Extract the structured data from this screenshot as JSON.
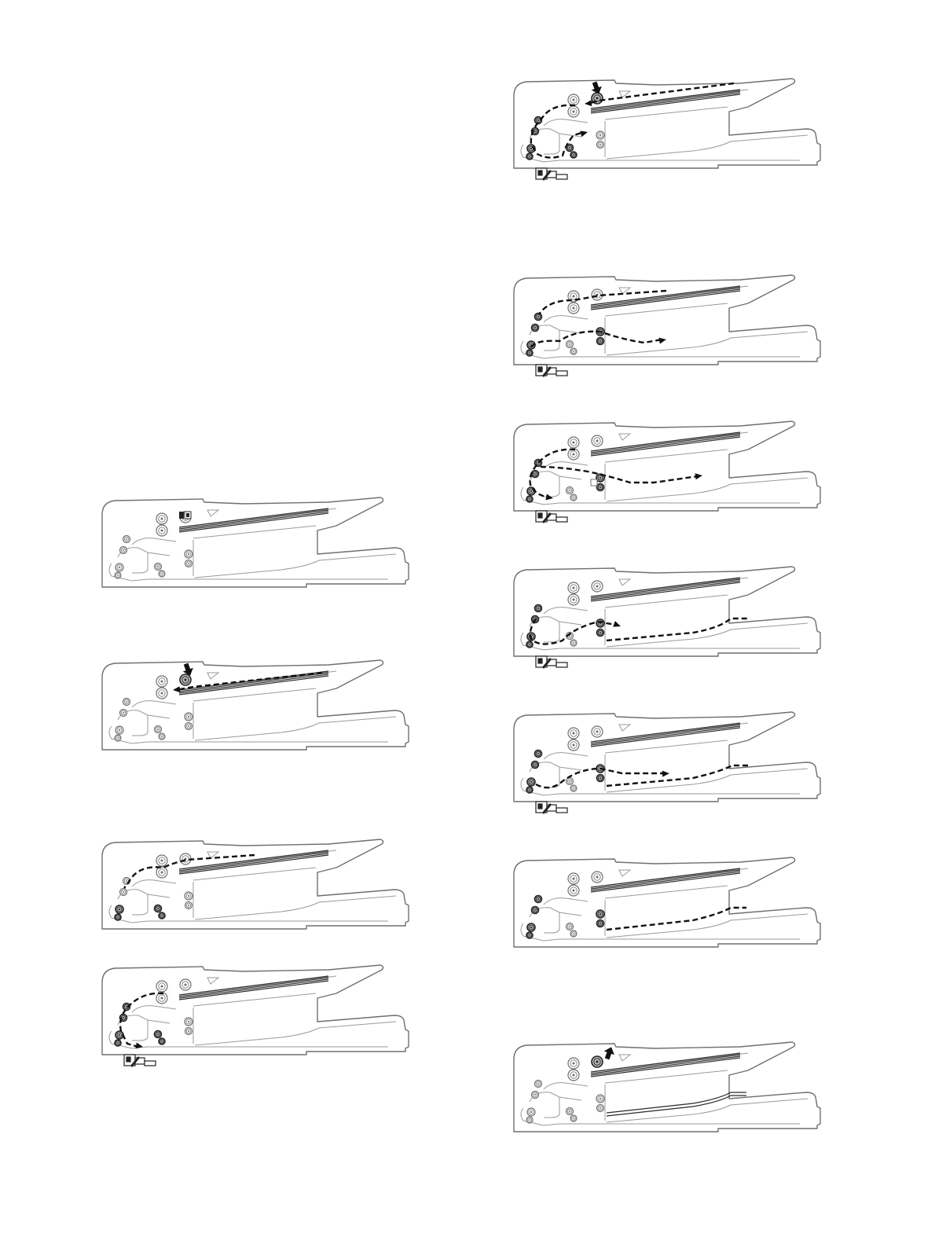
{
  "figure": {
    "description_free": true,
    "panels": [
      {
        "id": "left-1",
        "col": "left",
        "dashed_path": "none",
        "solenoid_icon": true,
        "press_arrow": "none",
        "sensor_icon": false
      },
      {
        "id": "left-2",
        "col": "left",
        "dashed_path": "tray-to-pickup",
        "press_arrow": "down",
        "sensor_icon": false
      },
      {
        "id": "left-3",
        "col": "left",
        "dashed_path": "pickup-to-separation",
        "press_arrow": "none",
        "sensor_icon": false
      },
      {
        "id": "left-4",
        "col": "left",
        "dashed_path": "separation-to-reading",
        "press_arrow": "none",
        "sensor_icon": true
      },
      {
        "id": "right-1",
        "col": "right",
        "dashed_path": "reversing-loop",
        "press_arrow": "none",
        "sensor_icon": true
      },
      {
        "id": "right-2",
        "col": "right",
        "dashed_path": "reverse-to-exit",
        "press_arrow": "none",
        "sensor_icon": true
      },
      {
        "id": "right-3",
        "col": "right",
        "dashed_path": "reading-to-exit",
        "press_arrow": "none",
        "sensor_icon": true
      },
      {
        "id": "right-4",
        "col": "right",
        "dashed_path": "exit-to-tray",
        "press_arrow": "none",
        "sensor_icon": true
      },
      {
        "id": "right-5",
        "col": "right",
        "dashed_path": "exit-tray-dual",
        "press_arrow": "none",
        "sensor_icon": true
      },
      {
        "id": "right-6",
        "col": "right",
        "dashed_path": "stacked-on-exit-tray",
        "press_arrow": "none",
        "sensor_icon": false
      },
      {
        "id": "right-7",
        "col": "right",
        "dashed_path": "none",
        "press_arrow": "up",
        "sensor_icon": false
      }
    ]
  },
  "colors": {
    "chassis": "#6f6f6f",
    "paper_path": "#111111",
    "active_roller": "#bdbdbd"
  }
}
